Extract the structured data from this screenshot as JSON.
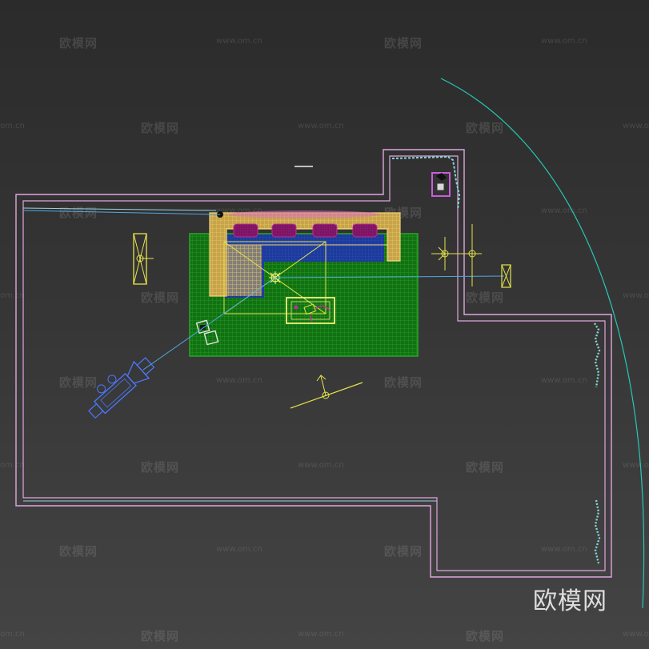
{
  "watermark": {
    "text_cn": "欧模网",
    "text_url": "www.om.cn",
    "text_url_short": "om.cn"
  },
  "brand": {
    "text": "欧模网"
  },
  "colors": {
    "wall": "#e0a6df",
    "light_line": "#27c8b6",
    "camera": "#4a78ff",
    "rug": "#1f8f1f",
    "sofa": "#e6c568",
    "cushion": "#8c1a6a",
    "accent_blue": "#2745a8",
    "yellow_helper": "#e6e34a",
    "selection_yellow": "#f2f27a",
    "curtain": "#86d6d6",
    "magenta_box": "#c85ed8",
    "ambient_light": "#2fbfa8"
  },
  "icons": [
    "omni-light-icon",
    "target-light-icon",
    "camera-icon",
    "spot-light-icon",
    "direct-light-icon"
  ]
}
